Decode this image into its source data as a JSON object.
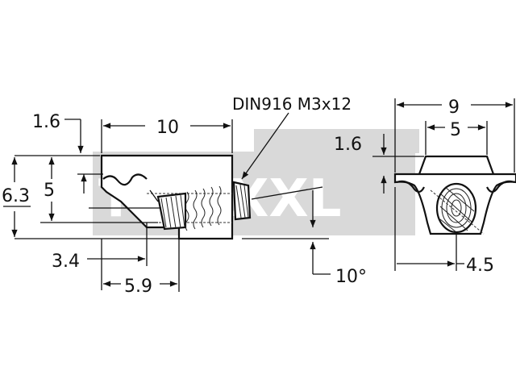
{
  "drawing": {
    "watermark_text": "TechXXL",
    "colors": {
      "line": "#111111",
      "watermark_band": "#d9d9d9",
      "background": "#ffffff"
    },
    "dimensions": {
      "side_view": {
        "top_offset": "1.6",
        "length": "10",
        "total_height": "6.3",
        "body_height": "5",
        "bottom_offset": "3.4",
        "groove_width": "5.9",
        "angle": "10°",
        "screw_label": "DIN916 M3x12"
      },
      "end_view": {
        "width": "9",
        "slot_width": "5",
        "top_offset": "1.6",
        "bore": "4.5"
      }
    }
  }
}
